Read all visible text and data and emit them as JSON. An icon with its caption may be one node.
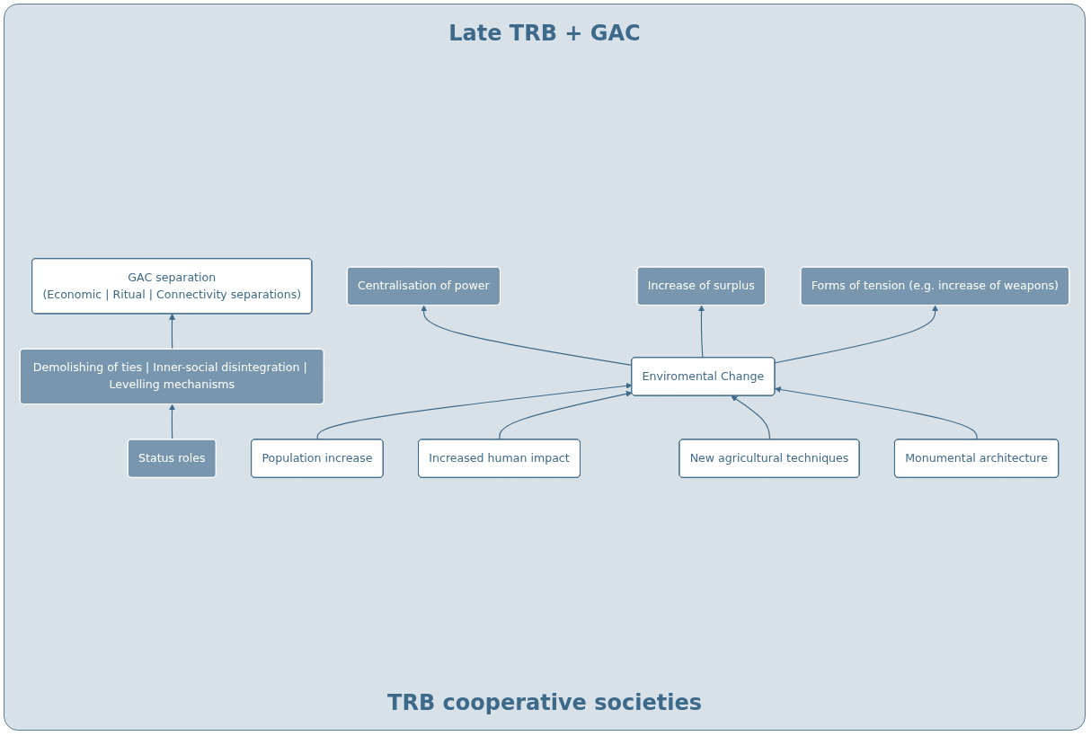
{
  "diagram": {
    "title": "Late TRB + GAC",
    "caption": "TRB cooperative societies",
    "nodes": [
      {
        "text": [
          "GAC separation",
          "(Economic | Ritual | Connectivity separations)"
        ]
      },
      {
        "text": [
          "Demolishing of ties | Inner-social disintegration | Levelling mechanisms"
        ]
      },
      {
        "text": [
          "Status roles"
        ]
      },
      {
        "text": [
          "Centralisation of power"
        ]
      },
      {
        "text": [
          "Increase of surplus"
        ]
      },
      {
        "text": [
          "Forms of tension (e.g. increase of weapons)"
        ]
      },
      {
        "text": [
          "Enviromental Change"
        ]
      },
      {
        "text": [
          "Population increase"
        ]
      },
      {
        "text": [
          "Increased human impact"
        ]
      },
      {
        "text": [
          "New agricultural techniques"
        ]
      },
      {
        "text": [
          "Monumental architecture"
        ]
      }
    ],
    "edges": [
      {
        "from": 7,
        "to": 6,
        "arrow": "to"
      },
      {
        "from": 8,
        "to": 6,
        "arrow": "to"
      },
      {
        "from": 9,
        "to": 6,
        "arrow": "to"
      },
      {
        "from": 10,
        "to": 6,
        "arrow": "to"
      },
      {
        "from": 6,
        "to": 3,
        "arrow": "to"
      },
      {
        "from": 6,
        "to": 4,
        "arrow": "to"
      },
      {
        "from": 6,
        "to": 5,
        "arrow": "to"
      },
      {
        "from": 2,
        "to": 1,
        "arrow": "to"
      },
      {
        "from": 1,
        "to": 0,
        "arrow": "to"
      }
    ]
  }
}
